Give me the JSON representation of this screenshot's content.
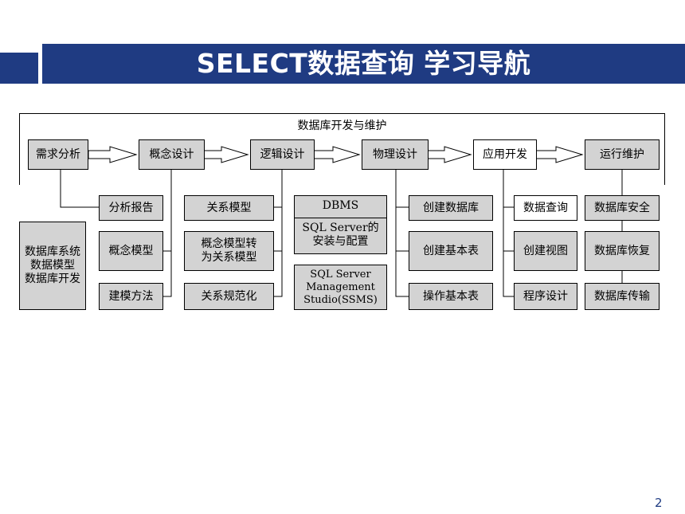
{
  "slide": {
    "title": "SELECT数据查询 学习导航",
    "page_number": "2"
  },
  "diagram": {
    "frame_title": "数据库开发与维护",
    "stages": [
      {
        "label": "需求分析"
      },
      {
        "label": "概念设计"
      },
      {
        "label": "逻辑设计"
      },
      {
        "label": "物理设计"
      },
      {
        "label": "应用开发"
      },
      {
        "label": "运行维护"
      }
    ],
    "left_summary": {
      "line1": "数据库系统",
      "line2": "数据模型",
      "line3": "数据库开发"
    },
    "analysis": [
      "分析报告",
      "概念模型",
      "建模方法"
    ],
    "logical": {
      "item1": "关系模型",
      "item2_line1": "概念模型转",
      "item2_line2": "为关系模型",
      "item3": "关系规范化"
    },
    "physical_tools": {
      "dbms": "DBMS",
      "sqlserver_line1": "SQL Server的",
      "sqlserver_line2": "安装与配置",
      "ssms_line1": "SQL Server",
      "ssms_line2": "Management",
      "ssms_line3": "Studio(SSMS)"
    },
    "physical_tasks": [
      "创建数据库",
      "创建基本表",
      "操作基本表"
    ],
    "app_dev": [
      "数据查询",
      "创建视图",
      "程序设计"
    ],
    "maintenance": [
      "数据库安全",
      "数据库恢复",
      "数据库传输"
    ]
  }
}
